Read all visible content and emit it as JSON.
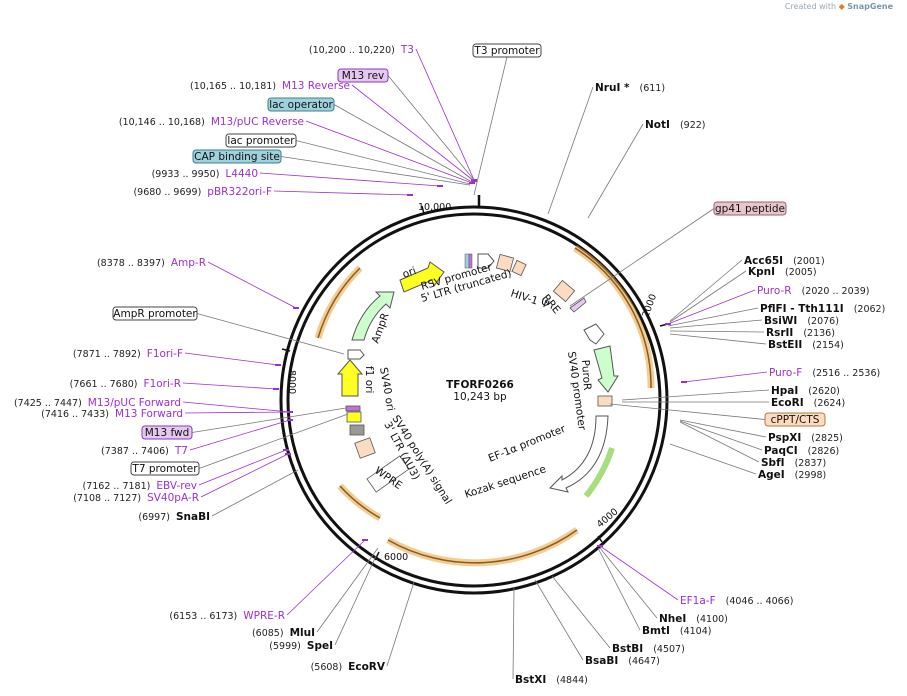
{
  "credit": {
    "prefix": "Created with",
    "brand": "SnapGene"
  },
  "center": {
    "name": "TFORF0266",
    "length": "10,243 bp"
  },
  "ticks": [
    "2000",
    "4000",
    "6000",
    "8000",
    "10,000"
  ],
  "colors": {
    "primer": "#9b30d0",
    "site": "#111111",
    "feature_line": "#777777"
  },
  "labels": [
    {
      "key": "t3",
      "type": "primer",
      "name": "T3",
      "range": "(10,200 .. 10,220)"
    },
    {
      "key": "m13rev",
      "type": "box",
      "name": "M13 rev",
      "box": "#e4c8f0",
      "stroke": "#8a3ab9"
    },
    {
      "key": "m13reverse",
      "type": "primer",
      "name": "M13 Reverse",
      "range": "(10,165 .. 10,181)"
    },
    {
      "key": "lacop",
      "type": "box",
      "name": "lac operator",
      "box": "#9fd0dc",
      "stroke": "#3a7f90"
    },
    {
      "key": "m13puc",
      "type": "primer",
      "name": "M13/pUC Reverse",
      "range": "(10,146 .. 10,168)"
    },
    {
      "key": "lacprom",
      "type": "box",
      "name": "lac promoter",
      "box": "#ffffff",
      "stroke": "#444444"
    },
    {
      "key": "cap",
      "type": "box",
      "name": "CAP binding site",
      "box": "#9fd0dc",
      "stroke": "#3a7f90"
    },
    {
      "key": "l4440",
      "type": "primer",
      "name": "L4440",
      "range": "(9933 .. 9950)"
    },
    {
      "key": "pbr",
      "type": "primer",
      "name": "pBR322ori-F",
      "range": "(9680 .. 9699)"
    },
    {
      "key": "ampr",
      "type": "primer",
      "name": "Amp-R",
      "range": "(8378 .. 8397)"
    },
    {
      "key": "amprprom",
      "type": "box",
      "name": "AmpR promoter",
      "box": "#ffffff",
      "stroke": "#444444"
    },
    {
      "key": "f1orif",
      "type": "primer",
      "name": "F1ori-F",
      "range": "(7871 .. 7892)"
    },
    {
      "key": "f1orir",
      "type": "primer",
      "name": "F1ori-R",
      "range": "(7661 .. 7680)"
    },
    {
      "key": "m13pucf",
      "type": "primer",
      "name": "M13/pUC Forward",
      "range": "(7425 .. 7447)"
    },
    {
      "key": "m13f",
      "type": "primer",
      "name": "M13 Forward",
      "range": "(7416 .. 7433)"
    },
    {
      "key": "m13fwd",
      "type": "box",
      "name": "M13 fwd",
      "box": "#e4c8f0",
      "stroke": "#8a3ab9"
    },
    {
      "key": "t7",
      "type": "primer",
      "name": "T7",
      "range": "(7387 .. 7406)"
    },
    {
      "key": "t7prom",
      "type": "box",
      "name": "T7 promoter",
      "box": "#ffffff",
      "stroke": "#444444"
    },
    {
      "key": "ebv",
      "type": "primer",
      "name": "EBV-rev",
      "range": "(7162 .. 7181)"
    },
    {
      "key": "sv40pa",
      "type": "primer",
      "name": "SV40pA-R",
      "range": "(7108 .. 7127)"
    },
    {
      "key": "snabi",
      "type": "site",
      "name": "SnaBI",
      "range": "(6997)"
    },
    {
      "key": "wprer",
      "type": "primer",
      "name": "WPRE-R",
      "range": "(6153 .. 6173)"
    },
    {
      "key": "mlui",
      "type": "site",
      "name": "MluI",
      "range": "(6085)"
    },
    {
      "key": "spei",
      "type": "site",
      "name": "SpeI",
      "range": "(5999)"
    },
    {
      "key": "ecorv",
      "type": "site",
      "name": "EcoRV",
      "range": "(5608)"
    },
    {
      "key": "t3prom",
      "type": "box",
      "name": "T3 promoter",
      "box": "#ffffff",
      "stroke": "#444444"
    },
    {
      "key": "nrui",
      "type": "site",
      "name": "NruI *",
      "range": "(611)"
    },
    {
      "key": "noti",
      "type": "site",
      "name": "NotI",
      "range": "(922)"
    },
    {
      "key": "gp41",
      "type": "box",
      "name": "gp41 peptide",
      "box": "#e8c4cc",
      "stroke": "#9a6070"
    },
    {
      "key": "acc65i",
      "type": "site",
      "name": "Acc65I",
      "range": "(2001)"
    },
    {
      "key": "kpni",
      "type": "site",
      "name": "KpnI",
      "range": "(2005)"
    },
    {
      "key": "puror",
      "type": "primer",
      "name": "Puro-R",
      "range": "(2020 .. 2039)"
    },
    {
      "key": "pflfi",
      "type": "site",
      "name": "PflFI - Tth111I",
      "range": "(2062)"
    },
    {
      "key": "bsiwi",
      "type": "site",
      "name": "BsiWI",
      "range": "(2076)"
    },
    {
      "key": "rsrii",
      "type": "site",
      "name": "RsrII",
      "range": "(2136)"
    },
    {
      "key": "bsteii",
      "type": "site",
      "name": "BstEII",
      "range": "(2154)"
    },
    {
      "key": "purof",
      "type": "primer",
      "name": "Puro-F",
      "range": "(2516 .. 2536)"
    },
    {
      "key": "hpai",
      "type": "site",
      "name": "HpaI",
      "range": "(2620)"
    },
    {
      "key": "ecori",
      "type": "site",
      "name": "EcoRI",
      "range": "(2624)"
    },
    {
      "key": "cppt",
      "type": "box",
      "name": "cPPT/CTS",
      "box": "#fbdcc0",
      "stroke": "#b07a40"
    },
    {
      "key": "pspxi",
      "type": "site",
      "name": "PspXI",
      "range": "(2825)"
    },
    {
      "key": "paqci",
      "type": "site",
      "name": "PaqCI",
      "range": "(2826)"
    },
    {
      "key": "sbfi",
      "type": "site",
      "name": "SbfI",
      "range": "(2837)"
    },
    {
      "key": "agei",
      "type": "site",
      "name": "AgeI",
      "range": "(2998)"
    },
    {
      "key": "ef1af",
      "type": "primer",
      "name": "EF1a-F",
      "range": "(4046 .. 4066)"
    },
    {
      "key": "nhei",
      "type": "site",
      "name": "NheI",
      "range": "(4100)"
    },
    {
      "key": "bmti",
      "type": "site",
      "name": "BmtI",
      "range": "(4104)"
    },
    {
      "key": "bstbi",
      "type": "site",
      "name": "BstBI",
      "range": "(4507)"
    },
    {
      "key": "bsabi",
      "type": "site",
      "name": "BsaBI",
      "range": "(4647)"
    },
    {
      "key": "bstxi",
      "type": "site",
      "name": "BstXI",
      "range": "(4844)"
    }
  ],
  "features": [
    "ori",
    "RSV promoter",
    "5' LTR (truncated)",
    "HIV-1 Ψ",
    "RRE",
    "AmpR",
    "f1 ori",
    "SV40 ori",
    "SV40 poly(A) signal",
    "3' LTR (ΔU3)",
    "WPRE",
    "PuroR",
    "SV40 promoter",
    "EF-1α promoter",
    "Kozak sequence"
  ]
}
